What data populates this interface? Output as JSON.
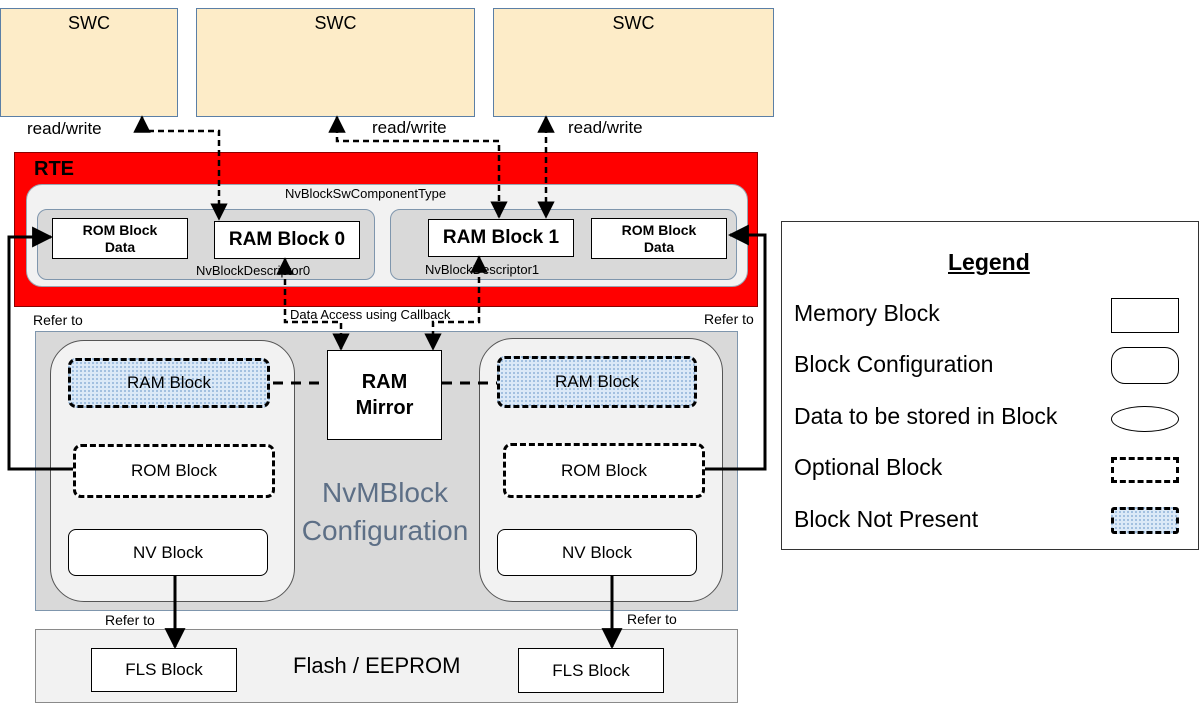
{
  "swc": {
    "labels": [
      "SWC",
      "SWC",
      "SWC"
    ],
    "read_write": [
      "read/write",
      "read/write",
      "read/write"
    ]
  },
  "rte": {
    "title": "RTE",
    "component_type": "NvBlockSwComponentType",
    "descriptor0": {
      "name": "NvBlockDescriptor0",
      "rom_block": "ROM Block Data",
      "ram_block": "RAM Block 0"
    },
    "descriptor1": {
      "name": "NvBlockDescriptor1",
      "rom_block": "ROM Block Data",
      "ram_block": "RAM Block 1"
    },
    "callback_label": "Data Access using Callback"
  },
  "nvm": {
    "refer_left": "Refer to",
    "refer_right": "Refer to",
    "left": {
      "ram": "RAM Block",
      "rom": "ROM Block",
      "nv": "NV Block"
    },
    "right": {
      "ram": "RAM Block",
      "rom": "ROM Block",
      "nv": "NV Block"
    },
    "mirror_line1": "RAM",
    "mirror_line2": "Mirror",
    "config_line1": "NvMBlock",
    "config_line2": "Configuration"
  },
  "flash": {
    "title": "Flash / EEPROM",
    "left_block": "FLS Block",
    "right_block": "FLS Block",
    "refer_left": "Refer to",
    "refer_right": "Refer to"
  },
  "legend": {
    "title": "Legend",
    "items": [
      {
        "label": "Memory Block",
        "symbol": "rectangle"
      },
      {
        "label": "Block Configuration",
        "symbol": "rounded-rectangle"
      },
      {
        "label": "Data to be stored in Block",
        "symbol": "ellipse"
      },
      {
        "label": "Optional Block",
        "symbol": "dashed-rectangle"
      },
      {
        "label": "Block Not Present",
        "symbol": "dashed-dotted-rectangle"
      }
    ]
  }
}
